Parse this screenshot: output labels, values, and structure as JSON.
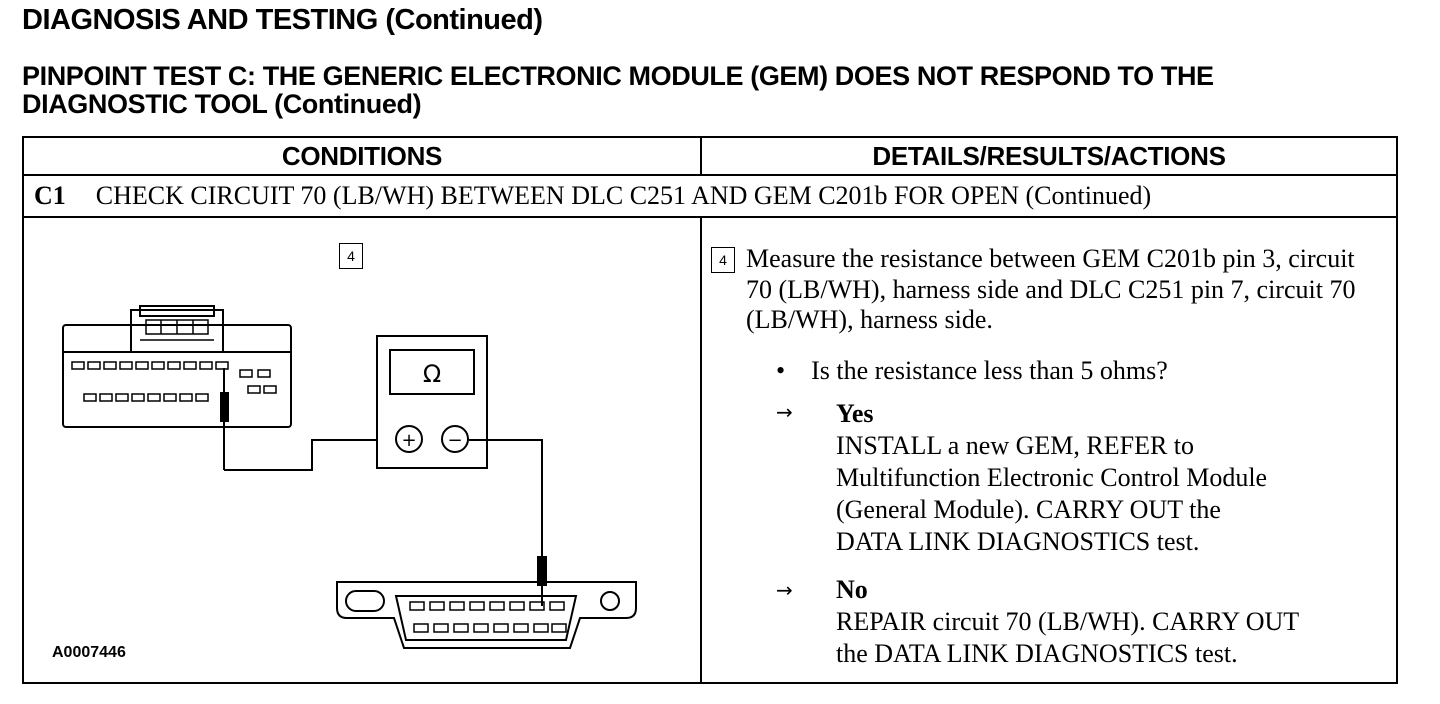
{
  "page": {
    "title": "DIAGNOSIS AND TESTING (Continued)",
    "subtitle_line1": "PINPOINT TEST C:  THE GENERIC ELECTRONIC MODULE (GEM) DOES NOT RESPOND TO THE",
    "subtitle_line2": "DIAGNOSTIC TOOL (Continued)"
  },
  "table": {
    "col_conditions": "CONDITIONS",
    "col_details": "DETAILS/RESULTS/ACTIONS",
    "step_number": "C1",
    "step_title": "CHECK CIRCUIT 70 (LB/WH) BETWEEN DLC C251 AND GEM C201b FOR OPEN (Continued)"
  },
  "diagram": {
    "step_box": "4",
    "meter_symbol": "Ω",
    "plus_symbol": "+",
    "minus_symbol": "−",
    "figure_id": "A0007446",
    "icons": [
      "gem-connector-icon",
      "ohmmeter-icon",
      "dlc-connector-icon"
    ]
  },
  "details": {
    "step_box": "4",
    "instruction": "Measure the resistance between GEM C201b pin 3, circuit 70 (LB/WH), harness side and DLC C251 pin 7, circuit 70 (LB/WH), harness side.",
    "question_bullet": "•",
    "question": "Is the resistance less than 5 ohms?",
    "arrow": "→",
    "yes": {
      "label": "Yes",
      "line1": "INSTALL a new GEM, REFER to",
      "line2": "Multifunction Electronic Control Module",
      "line3": "(General Module).  CARRY OUT the",
      "line4": "DATA LINK  DIAGNOSTICS test."
    },
    "no": {
      "label": "No",
      "line1": "REPAIR circuit 70 (LB/WH). CARRY OUT",
      "line2": "the DATA LINK DIAGNOSTICS test."
    }
  }
}
